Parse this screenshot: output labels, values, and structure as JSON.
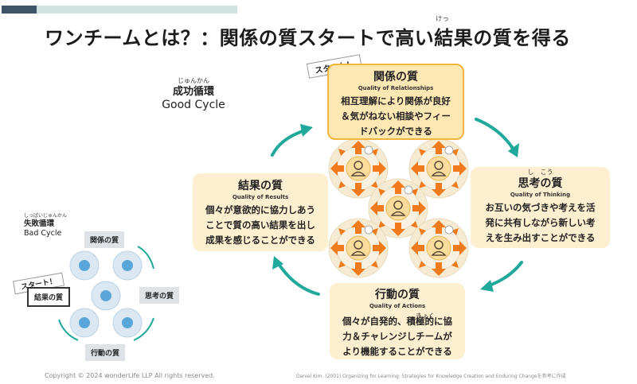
{
  "header": {
    "title_main": "ワンチームとは？：関係の質スタートで高い",
    "title_ruby_word": "結",
    "title_ruby": "けっ",
    "title_end": "果の質を得る"
  },
  "good_cycle": {
    "ruby": "じゅんかん",
    "label_jp": "成功循環",
    "label_en": "Good Cycle",
    "start_tag": "スタート！",
    "boxes": [
      {
        "title": "関係の質",
        "sub": "Quality of Relationships",
        "lines": [
          "相互理解により関係が良好",
          "＆気がねない相談やフィー",
          "ドバックができる"
        ]
      },
      {
        "title_ruby": "し　こう",
        "title": "思考の質",
        "sub": "Quality of Thinking",
        "lines": [
          "お互いの気づきや考えを活",
          "発に共有しながら新しい考",
          "えを生み出すことができる"
        ]
      },
      {
        "title": "行動の質",
        "sub": "Quality of Actions",
        "lines": [
          "個々が自発的、積極的に協",
          "力＆チャレンジしチームが",
          "より機能することができる"
        ],
        "ruby": "きょく"
      },
      {
        "title": "結果の質",
        "sub": "Quality of Results",
        "lines": [
          "個々が意欲的に協力しあう",
          "ことで質の高い結果を出し",
          "成果を感じることができる"
        ]
      }
    ]
  },
  "bad_cycle": {
    "ruby": "しっぱいじゅんかん",
    "label_jp": "失敗循環",
    "label_en": "Bad Cycle",
    "start_tag": "スタート！",
    "items": [
      "関係の質",
      "思考の質",
      "行動の質",
      "結果の質"
    ]
  },
  "footer": {
    "copyright": "Copyright © 2024 wonderLife LLP All rights reserved.",
    "source": "Daniel Kim. (2001) Organizing for Learning: Strategies for Knowledge Creation and Enduring Changeを参考に作成"
  },
  "colors": {
    "accent_teal": "#20a89a",
    "box_fill": "#fdefcf",
    "start_border": "#f2b43b",
    "arrow_orange": "#f07a1c",
    "person_blue": "#5aa6d8"
  }
}
